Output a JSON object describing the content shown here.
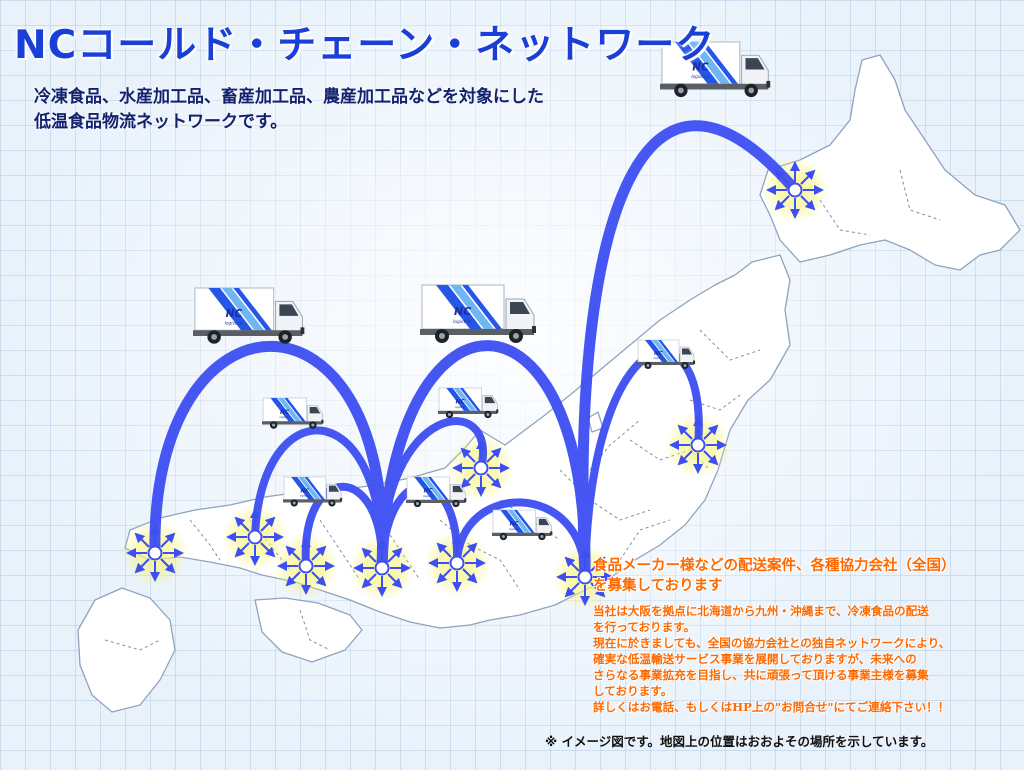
{
  "header": {
    "title": "NCコールド・チェーン・ネットワーク",
    "subtitle_line1": "冷凍食品、水産加工品、畜産加工品、農産加工品などを対象にした",
    "subtitle_line2": "低温食品物流ネットワークです。"
  },
  "recruit": {
    "heading_line1": "食品メーカー様などの配送案件、各種協力会社（全国）",
    "heading_line2": "を募集しております",
    "body": [
      "当社は大阪を拠点に北海道から九州・沖縄まで、冷凍食品の配送",
      "を行っております。",
      "現在に於きましても、全国の協力会社との独自ネットワークにより、",
      "確実な低温輸送サービス事業を展開しておりますが、未来への",
      "さらなる事業拡充を目指し、共に頑張って頂ける事業主様を募集",
      "しております。",
      "詳しくはお電話、もしくはHP上の\"お問合せ\"にてご連絡下さい！！"
    ]
  },
  "footnote": "※ イメージ図です。地図上の位置はおおよその場所を示しています。",
  "truck": {
    "logo_text": "NC",
    "logo_sub": "logistics"
  },
  "colors": {
    "title": "#1a3fd6",
    "route": "#3d4ef2",
    "recruit_text": "#ff6a00",
    "map_fill": "#ffffff",
    "map_border": "#8fa3bf",
    "glow": "#f4f37a"
  },
  "icons": [
    "truck-icon",
    "hub-node-icon",
    "direction-arrow-icon"
  ]
}
